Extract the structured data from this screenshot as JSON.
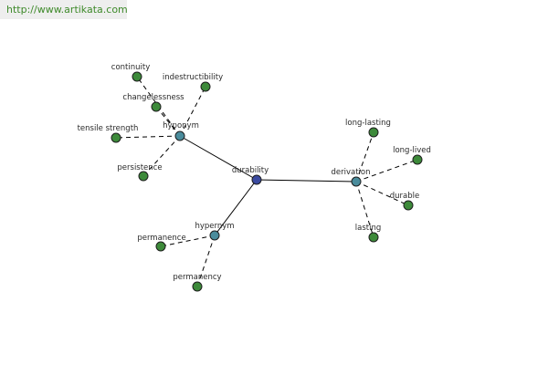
{
  "header": {
    "url": "http://www.artikata.com"
  },
  "colors": {
    "root": "#3a4aa0",
    "relation": "#4a8c9c",
    "word": "#3d8a3a",
    "url_text": "#3e8a2a",
    "url_background": "#eeeeee"
  },
  "graph": {
    "root": {
      "id": "durability",
      "label": "durability"
    },
    "relations": [
      {
        "id": "hyponym",
        "label": "hyponym",
        "words": [
          "continuity",
          "indestructibility",
          "changelessness",
          "tensile strength",
          "persistence"
        ]
      },
      {
        "id": "derivation",
        "label": "derivation",
        "words": [
          "long-lasting",
          "long-lived",
          "durable",
          "lasting"
        ]
      },
      {
        "id": "hypernym",
        "label": "hypernym",
        "words": [
          "permanence",
          "permanency"
        ]
      }
    ]
  }
}
